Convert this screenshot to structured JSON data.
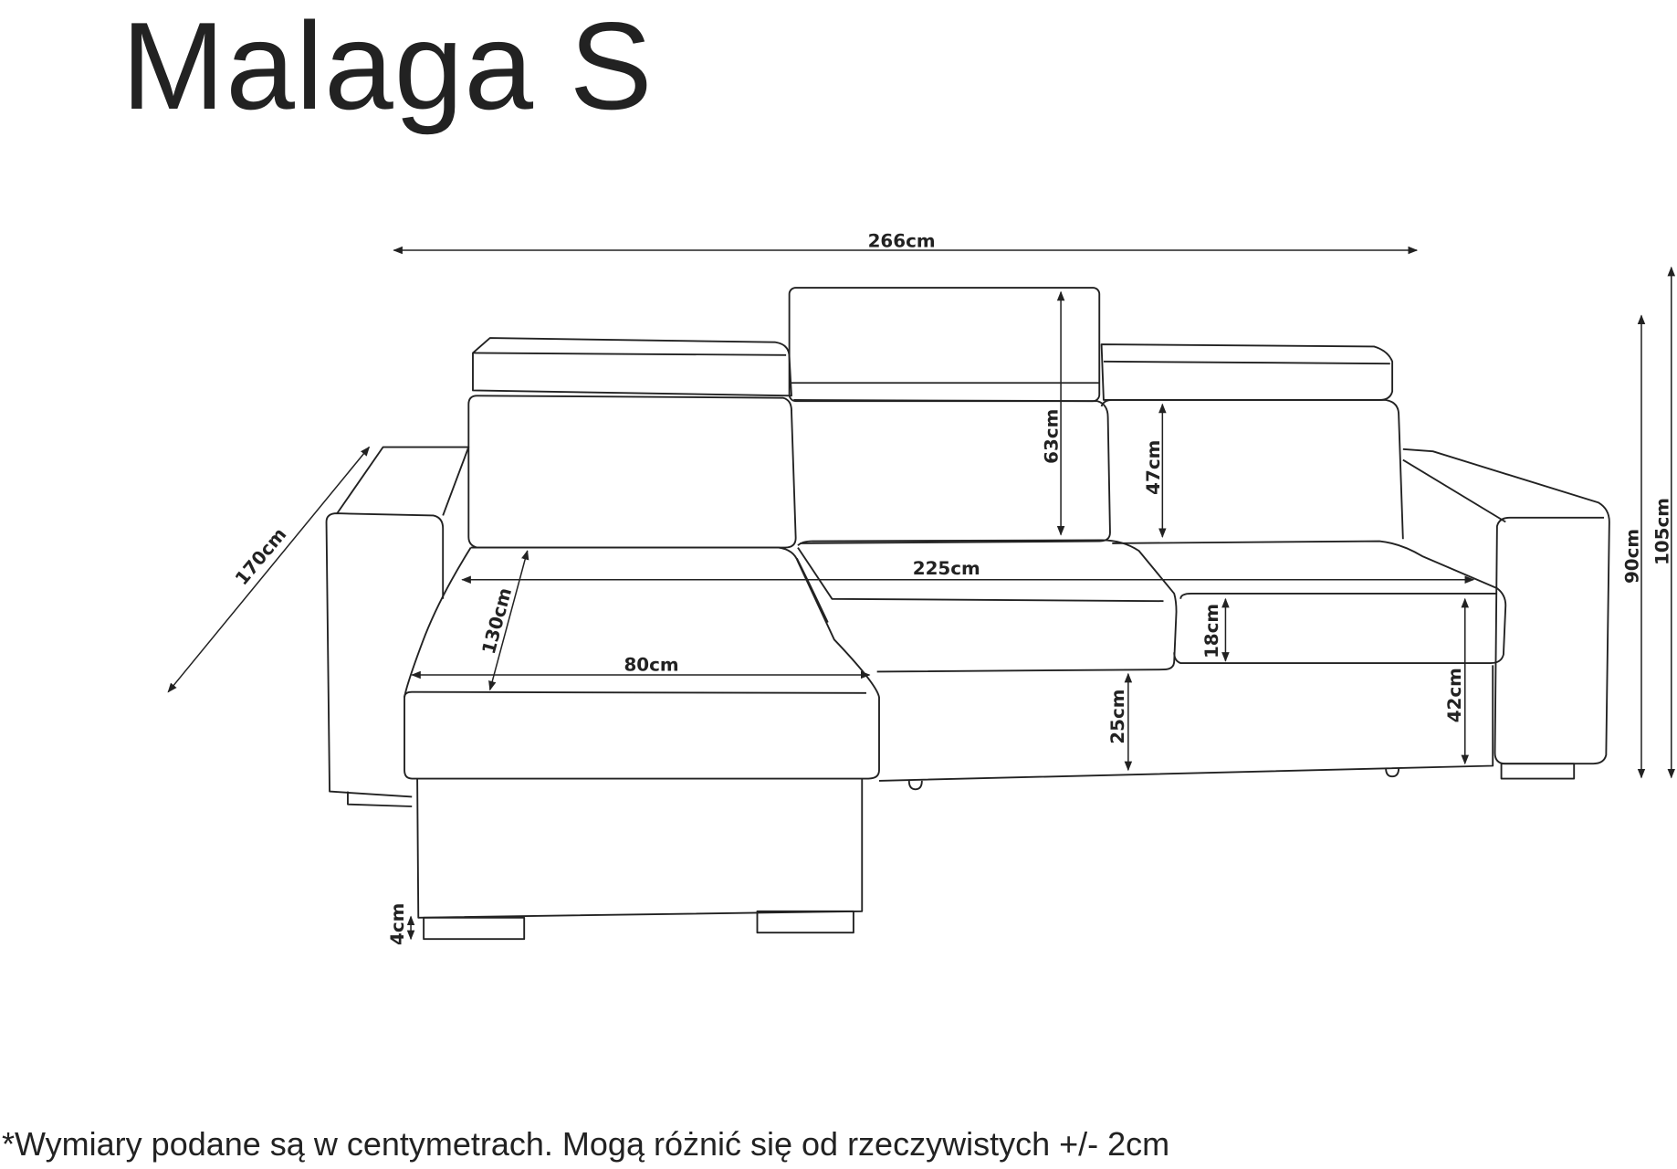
{
  "title": "Malaga S",
  "footnote": "*Wymiary podane są w centymetrach.  Mogą różnić się od rzeczywistych +/- 2cm",
  "dimensions": {
    "total_width": "266cm",
    "depth_chaise": "170cm",
    "headrest_range": "63cm",
    "backrest_height": "47cm",
    "seat_width": "225cm",
    "chaise_seat_depth": "130cm",
    "chaise_width": "80cm",
    "cushion_height": "18cm",
    "base_height": "25cm",
    "seat_height": "42cm",
    "height_low": "90cm",
    "height_high": "105cm",
    "leg_height": "4cm"
  }
}
